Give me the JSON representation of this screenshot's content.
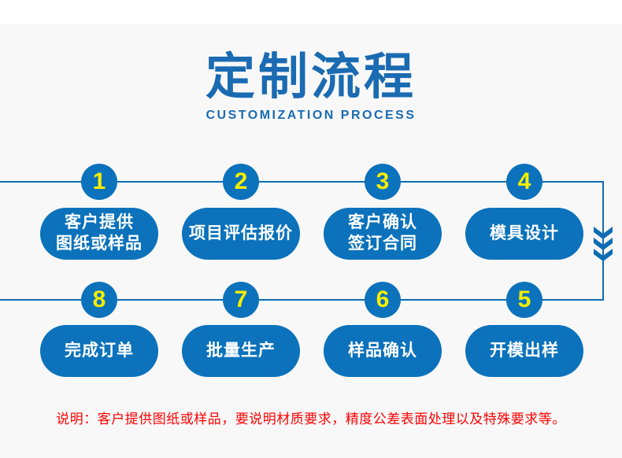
{
  "title": {
    "main": "定制流程",
    "subtitle": "CUSTOMIZATION PROCESS"
  },
  "rows": [
    {
      "steps": [
        {
          "number": "1",
          "label": "客户提供\n图纸或样品"
        },
        {
          "number": "2",
          "label": "项目评估报价"
        },
        {
          "number": "3",
          "label": "客户确认\n签订合同"
        },
        {
          "number": "4",
          "label": "模具设计"
        }
      ]
    },
    {
      "steps": [
        {
          "number": "8",
          "label": "完成订单"
        },
        {
          "number": "7",
          "label": "批量生产"
        },
        {
          "number": "6",
          "label": "样品确认"
        },
        {
          "number": "5",
          "label": "开模出样"
        }
      ]
    }
  ],
  "note": "说明：客户提供图纸或样品，要说明材质要求，精度公差表面处理以及特殊要求等。",
  "colors": {
    "primary_blue": "#0b72bb",
    "title_blue": "#1a6bb2",
    "line_blue": "#0e6cb4",
    "number_yellow": "#f7ee00",
    "note_red": "#fe0000",
    "panel_gray": "#f8f8f8"
  }
}
